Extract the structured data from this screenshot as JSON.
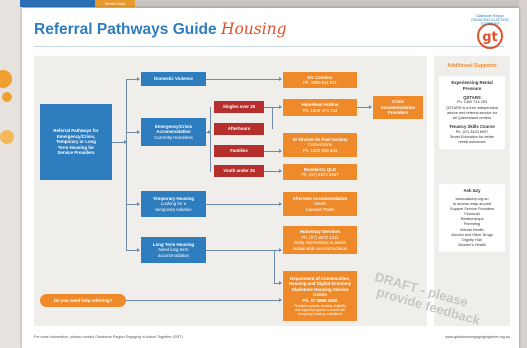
{
  "background": {
    "sector_map_tab": "Sector Map"
  },
  "poster": {
    "title": "Referral Pathways Guide",
    "title_accent": "Housing",
    "logo_text": "Gladstone Region ENGAGING IN ACTION TOGETHER",
    "logo_mark": "gt",
    "main_question": [
      "Referral Pathways for",
      "Emergency/Crisis,",
      "Temporary or Long",
      "Term Housing for",
      "Service Providers"
    ],
    "categories": {
      "domestic_violence": "Domestic Violence",
      "emergency": [
        "Emergency/Crisis",
        "Accommodation"
      ],
      "emergency_sub": "Currently Homeless",
      "temporary": "Temporary Housing",
      "temporary_sub": [
        "Looking for a",
        "temporary solution"
      ],
      "longterm": "Long Term Housing",
      "longterm_sub": [
        "Need long term",
        "accommodation"
      ],
      "help_question": "Do you need help referring?"
    },
    "groups": {
      "singles": "Singles over 25",
      "afterhours": "Afterhours",
      "families": "Families",
      "youth": "Youth under 25"
    },
    "services": {
      "dv_connect": [
        "DV Connect",
        "Ph. 1800 811 811"
      ],
      "homeless_hotline": [
        "Homeless Hotline",
        "Ph. 1800 474 753"
      ],
      "crisis": [
        "Crisis",
        "Accommodation",
        "Providers"
      ],
      "st_vincent": [
        "St Vincent de Paul Society",
        "Cornerstone",
        "Ph. 1800 846 643"
      ],
      "roseberry": [
        "Roseberry QLD",
        "Ph. (07) 4972 0667"
      ],
      "alt_accommodation": [
        "Alternate Accommodation",
        "Hotels",
        "Caravan Parks"
      ],
      "homestay": [
        "Homestay Services",
        "Ph. (07) 4972 4311",
        "Early Intervention to assist",
        "sustainable accommodation"
      ],
      "dept": [
        "Department of Communities,",
        "Housing and Digital Economy",
        "Gladstone Housing Service",
        "Centre",
        "Ph. 07 4899 2600"
      ],
      "dept_note": [
        "Provides a private housing, eligibility",
        "and support programs to assist with",
        "temporary housing, assistance"
      ]
    },
    "sidebar": {
      "title": "Additional Supports",
      "card1": {
        "heading": "Experiencing Rental Pressure",
        "qstars": "QSTARS",
        "qstars_ph": "Ph. 1300 744 263",
        "qstars_desc": [
          "QSTARS is a free independent",
          "advice and referral service for",
          "all Queensland renters"
        ],
        "tenancy": "Tenancy Skills Course",
        "tenancy_ph": "Ph. (07) 3433 6997",
        "tenancy_desc": [
          "Smart Education for better",
          "rental outcomes"
        ]
      },
      "card2": {
        "heading": "Ask Izzy",
        "url": "www.askizzy.org.au",
        "desc": [
          "to access wrap around",
          "Support Service Providers"
        ],
        "items": [
          "Financial",
          "Relationships",
          "Parenting",
          "Mental Health",
          "Alcohol and Other Drugs",
          "Dignity Hub",
          "Women's Health"
        ]
      }
    },
    "watermark": [
      "DRAFT - please",
      "provide feedback"
    ],
    "footer_left": "For more information, please contact Gladstone Region Engaging in Action Together (GRT)",
    "footer_right": "www.gladstoneengagingtogether.org.au"
  },
  "colors": {
    "blue": "#2e7dbf",
    "orange": "#ef8a2a",
    "red": "#b5302c",
    "title_accent": "#e0522b"
  }
}
